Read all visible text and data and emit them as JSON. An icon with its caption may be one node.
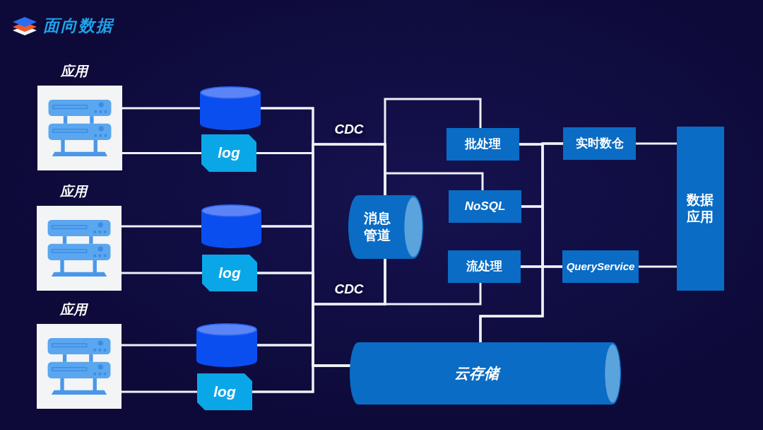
{
  "diagram": {
    "title": "面向数据",
    "nodes": [
      {
        "text": [
          "应用"
        ]
      },
      {
        "text": [],
        "shape": "cylinder"
      },
      {
        "text": [
          "log"
        ]
      },
      {
        "text": [
          "应用"
        ]
      },
      {
        "text": [],
        "shape": "cylinder"
      },
      {
        "text": [
          "log"
        ]
      },
      {
        "text": [
          "应用"
        ]
      },
      {
        "text": [],
        "shape": "cylinder"
      },
      {
        "text": [
          "log"
        ]
      },
      {
        "text": [
          "消息管道"
        ]
      },
      {
        "text": [
          "批处理"
        ]
      },
      {
        "text": [
          "NoSQL"
        ]
      },
      {
        "text": [
          "流处理"
        ]
      },
      {
        "text": [
          "实时数仓"
        ]
      },
      {
        "text": [
          "QueryService"
        ]
      },
      {
        "text": [
          "数据应用"
        ]
      },
      {
        "text": [
          "云存储"
        ]
      }
    ],
    "edges": [
      {
        "from": 0,
        "to": 1,
        "arrow": "none"
      },
      {
        "from": 0,
        "to": 2,
        "arrow": "none"
      },
      {
        "from": 3,
        "to": 4,
        "arrow": "none"
      },
      {
        "from": 3,
        "to": 5,
        "arrow": "none"
      },
      {
        "from": 6,
        "to": 7,
        "arrow": "none"
      },
      {
        "from": 6,
        "to": 8,
        "arrow": "none"
      },
      {
        "from": 1,
        "to": 9,
        "arrow": "none",
        "label": "CDC"
      },
      {
        "from": 2,
        "to": 9,
        "arrow": "none"
      },
      {
        "from": 4,
        "to": 9,
        "arrow": "none"
      },
      {
        "from": 5,
        "to": 9,
        "arrow": "none"
      },
      {
        "from": 7,
        "to": 9,
        "arrow": "none"
      },
      {
        "from": 8,
        "to": 9,
        "arrow": "none",
        "label": "CDC"
      },
      {
        "from": 1,
        "to": 16,
        "arrow": "none"
      },
      {
        "from": 2,
        "to": 16,
        "arrow": "none"
      },
      {
        "from": 4,
        "to": 16,
        "arrow": "none"
      },
      {
        "from": 5,
        "to": 16,
        "arrow": "none"
      },
      {
        "from": 7,
        "to": 16,
        "arrow": "none"
      },
      {
        "from": 8,
        "to": 16,
        "arrow": "none"
      },
      {
        "from": 9,
        "to": 10,
        "arrow": "none"
      },
      {
        "from": 9,
        "to": 11,
        "arrow": "none"
      },
      {
        "from": 9,
        "to": 12,
        "arrow": "none"
      },
      {
        "from": 10,
        "to": 13,
        "arrow": "none"
      },
      {
        "from": 10,
        "to": 14,
        "arrow": "none"
      },
      {
        "from": 10,
        "to": 16,
        "arrow": "none"
      },
      {
        "from": 11,
        "to": 13,
        "arrow": "none"
      },
      {
        "from": 11,
        "to": 14,
        "arrow": "none"
      },
      {
        "from": 11,
        "to": 16,
        "arrow": "none"
      },
      {
        "from": 12,
        "to": 13,
        "arrow": "none"
      },
      {
        "from": 12,
        "to": 14,
        "arrow": "none"
      },
      {
        "from": 12,
        "to": 16,
        "arrow": "none"
      },
      {
        "from": 13,
        "to": 15,
        "arrow": "none"
      },
      {
        "from": 14,
        "to": 15,
        "arrow": "none"
      }
    ]
  }
}
